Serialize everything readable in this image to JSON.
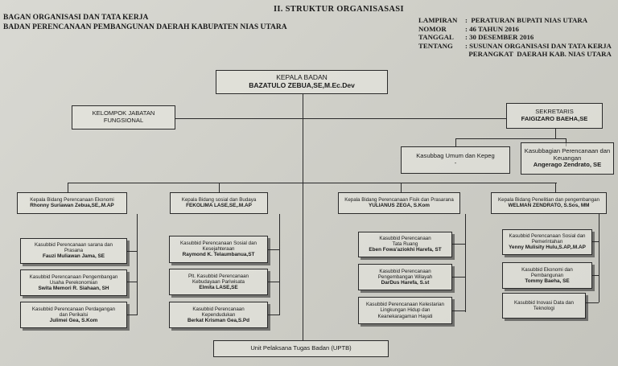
{
  "title": "II.   STRUKTUR ORGANISASASI",
  "header_left": {
    "line1": "BAGAN ORGANISASI DAN TATA KERJA",
    "line2": "BADAN PERENCANAAN PEMBANGUNAN DAERAH KABUPATEN NIAS UTARA"
  },
  "meta": {
    "lampiran_k": "LAMPIRAN",
    "lampiran_v": ":  PERATURAN BUPATI NIAS UTARA",
    "nomor_k": "NOMOR",
    "nomor_v": ": 46 TAHUN 2016",
    "tanggal_k": "TANGGAL",
    "tanggal_v": ": 30 DESEMBER 2016",
    "tentang_k": "TENTANG",
    "tentang_v": ": SUSUNAN ORGANISASI DAN TATA KERJA",
    "tentang_v2": "  PERANGKAT  DAERAH KAB. NIAS UTARA"
  },
  "kepala": {
    "role": "KEPALA BADAN",
    "name": "BAZATULO ZEBUA,SE,M.Ec.Dev"
  },
  "fungsional": {
    "line1": "KELOMPOK JABATAN",
    "line2": "FUNGSIONAL"
  },
  "sekretaris": {
    "role": "SEKRETARIS",
    "name": "FAIGIZARO BAEHA,SE"
  },
  "kasubbag_umum": {
    "role": "Kasubbag Umum dan Kepeg",
    "name": "-"
  },
  "kasubbag_renc": {
    "role1": "Kasubbagian Perencanaan dan",
    "role2": "Keuangan",
    "name": "Angerago Zendrato, SE"
  },
  "bidang": [
    {
      "role": "Kepala Bidang Perencanaan Ekonomi",
      "name": "Rhonny Suriawan Zebua,SE,.M.AP",
      "subs": [
        {
          "role1": "Kasubbid Perencanaan sarana dan",
          "role2": "Prasana",
          "name": "Fauzi Muliawan Jama, SE"
        },
        {
          "role1": "Kasubbid Perencanaan Pengembangan",
          "role2": "Usaha Perekonomian",
          "name": "Swita Memori R. Siahaan, SH"
        },
        {
          "role1": "Kasubbid Perencanaan Perdagangan",
          "role2": "dan Perikalsi",
          "name": "Julimei Gea, S.Kom"
        }
      ]
    },
    {
      "role": "Kepala Bidang sosial dan Budaya",
      "name": "FEKOLIMA LASE,SE,.M.AP",
      "subs": [
        {
          "role1": "Kasubbid Perencanaan Sosial dan",
          "role2": "Kesejahteraan",
          "name": "Raymond K. Telaumbanua,ST"
        },
        {
          "role1": "Plt. Kasubbid Perencanaan",
          "role2": "Kebudayaan Pariwisata",
          "name": "Elmita LASE,SE"
        },
        {
          "role1": "Kasubbid Perencanaan",
          "role2": "Kependudukan",
          "name": "Berkat Krisman Gea,S.Pd"
        }
      ]
    },
    {
      "role": "Kepala Bidang Perencanaan Fisik dan Prasarana",
      "name": "YULIANUS ZEGA, S.Kom",
      "subs": [
        {
          "role1": "Kasubbid Perencanaan",
          "role2": "Tata Ruang",
          "name": "Eben Fowa'aziokhi Harefa, ST"
        },
        {
          "role1": "Kasubbid Perencanaan",
          "role2": "Pengembangan Wilayah",
          "name": "DarDus Harefa, S.st"
        },
        {
          "role1": "Kasubbid Perencanaan Kelestarian",
          "role2": "Lingkungan Hidup dan",
          "name": "Keanekaragaman Hayati"
        }
      ]
    },
    {
      "role": "Kepala Bidang Penelitian dan pengembangan",
      "name": "WELMAN ZENDRATO, S.Sos, MM",
      "subs": [
        {
          "role1": "Kasubbid Perencanaan Sosial dan",
          "role2": "Pemerintahan",
          "name": "Yenny Mulisity Hulu,S.AP,.M.AP"
        },
        {
          "role1": "Kasubbid Ekonomi dan",
          "role2": "Pembangunan",
          "name": "Tommy Baeha, SE"
        },
        {
          "role1": "Kasubbid Inovasi Data dan",
          "role2": "Teknologi",
          "name": ""
        }
      ]
    }
  ],
  "uptb": "Unit Pelaksana Tugas Badan (UPTB)"
}
